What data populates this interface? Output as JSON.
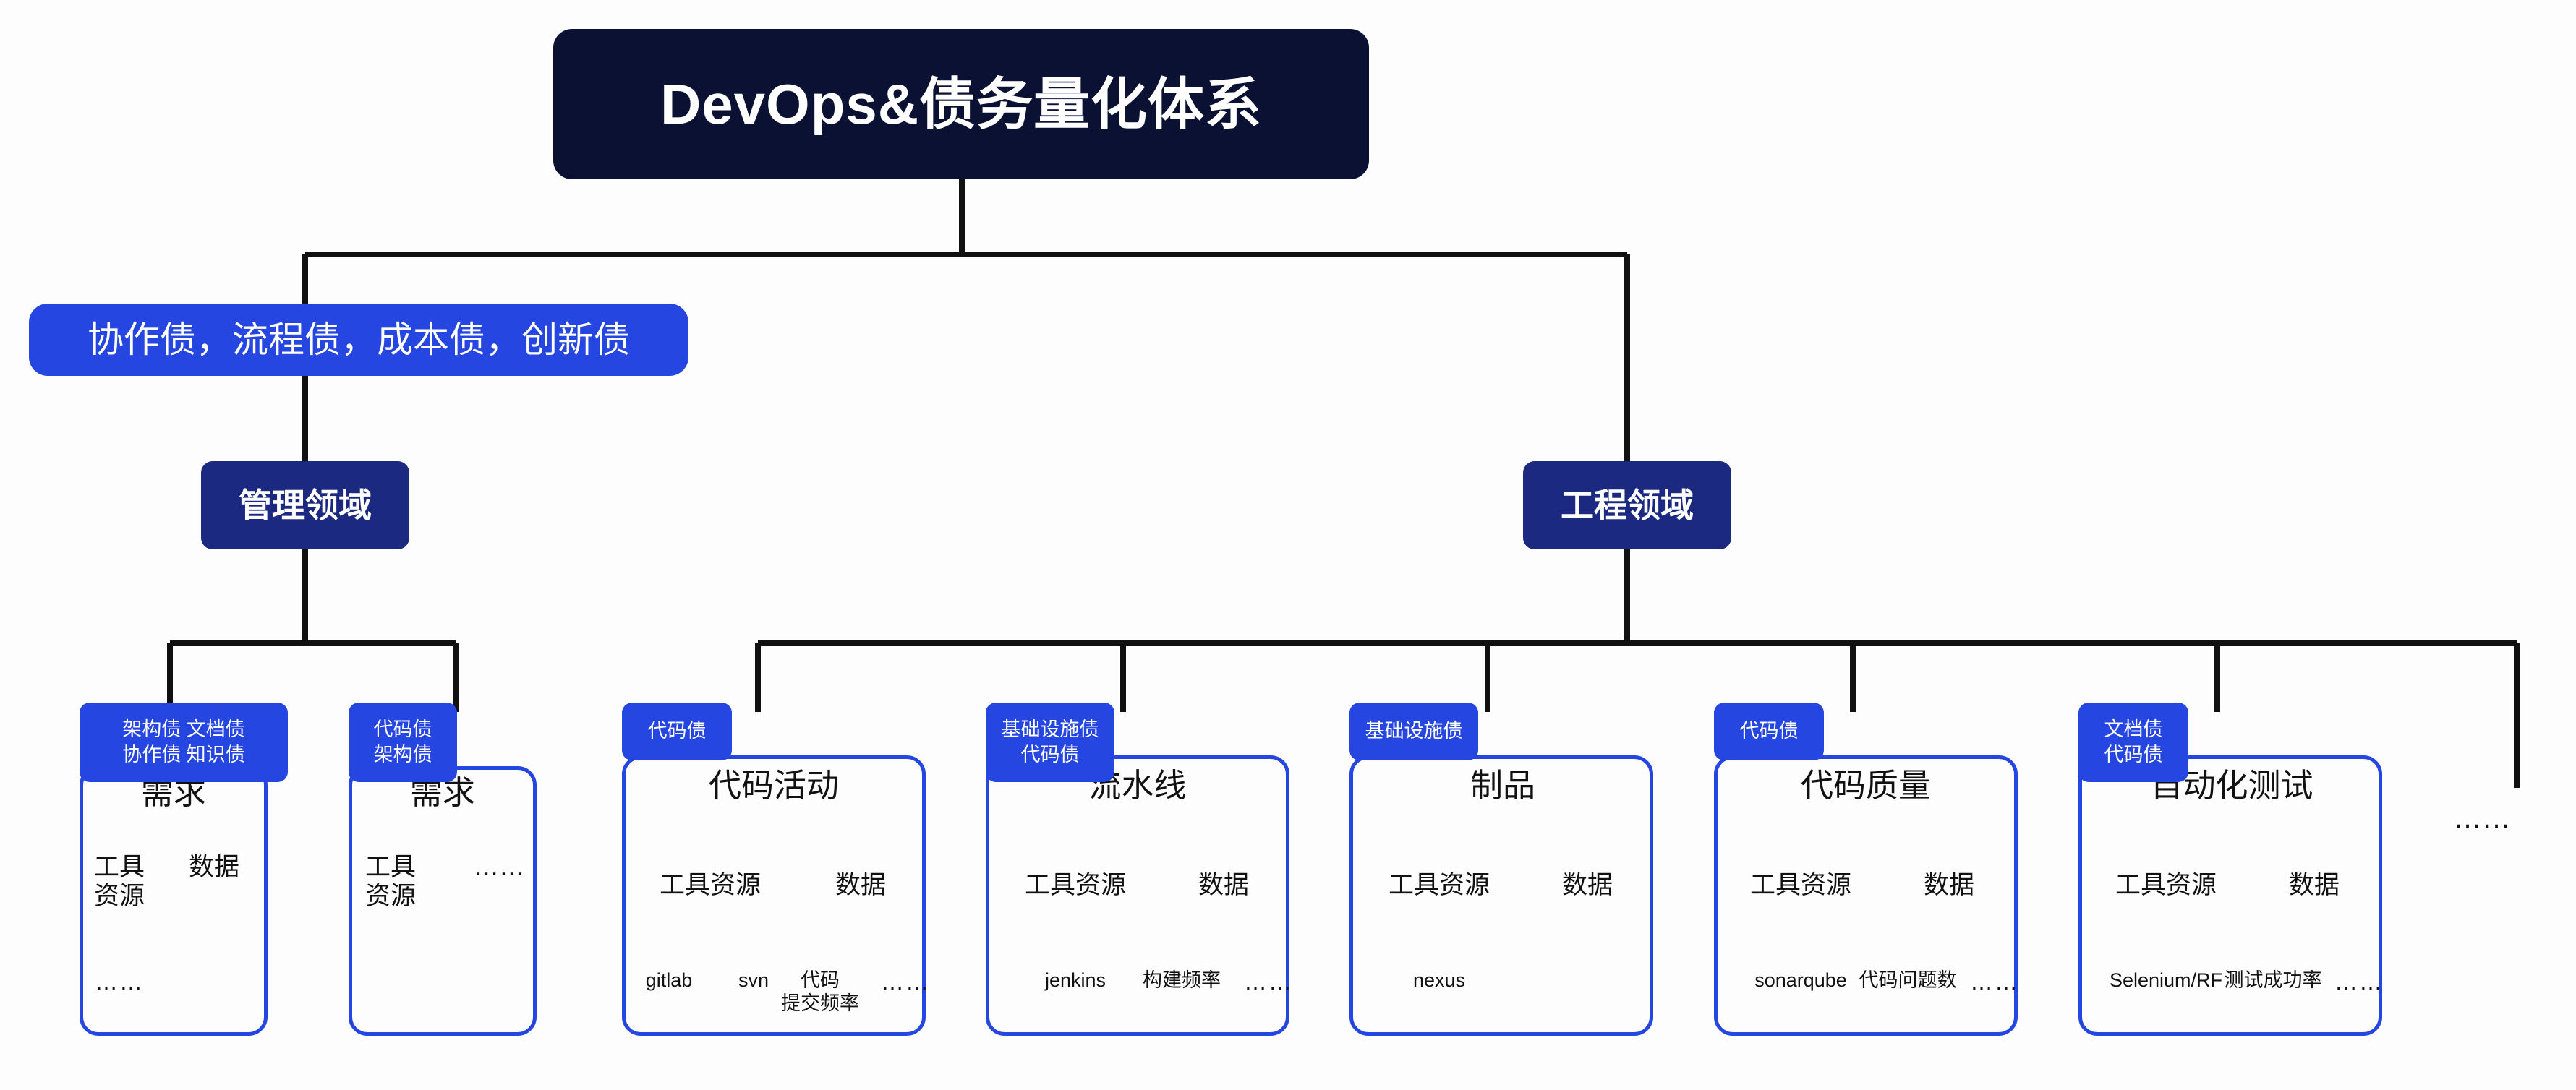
{
  "colors": {
    "root_bg": "#0a1133",
    "tag_blue": "#2546e0",
    "domain_navy": "#1b2a80",
    "card_border": "#2546e0",
    "connector": "#111111",
    "page_bg": "#fdfdfd"
  },
  "root": {
    "title": "DevOps&债务量化体系"
  },
  "debt_bar": {
    "label": "协作债，流程债，成本债，创新债"
  },
  "domains": [
    {
      "id": "management",
      "label": "管理领域"
    },
    {
      "id": "engineering",
      "label": "工程领域"
    }
  ],
  "labels": {
    "tool_resource": "工具资源",
    "tool_resource_wrapped": "工具\n资源",
    "data": "数据",
    "ellipsis": "……"
  },
  "trailing_ellipsis": "……",
  "cards": [
    {
      "id": "requirement-mgmt",
      "domain": "management",
      "tag": "架构债  文档债\n协作债  知识债",
      "title": "需求",
      "branches": [
        {
          "label": "工具\n资源",
          "leaves": [
            "……"
          ]
        },
        {
          "label": "数据",
          "leaves": []
        }
      ]
    },
    {
      "id": "requirement-code",
      "domain": "management",
      "tag": "代码债\n架构债",
      "title": "需求",
      "branches": [
        {
          "label": "工具\n资源",
          "leaves": []
        },
        {
          "label": "……",
          "leaves": []
        }
      ]
    },
    {
      "id": "code-activity",
      "domain": "engineering",
      "tag": "代码债",
      "title": "代码活动",
      "branches": [
        {
          "label": "工具资源",
          "leaves": [
            "gitlab",
            "svn"
          ]
        },
        {
          "label": "数据",
          "leaves": [
            "代码\n提交频率",
            "……"
          ]
        }
      ]
    },
    {
      "id": "pipeline",
      "domain": "engineering",
      "tag": "基础设施债\n代码债",
      "title": "流水线",
      "branches": [
        {
          "label": "工具资源",
          "leaves": [
            "jenkins"
          ]
        },
        {
          "label": "数据",
          "leaves": [
            "构建频率",
            "……"
          ]
        }
      ]
    },
    {
      "id": "artifact",
      "domain": "engineering",
      "tag": "基础设施债",
      "title": "制品",
      "branches": [
        {
          "label": "工具资源",
          "leaves": [
            "nexus"
          ]
        },
        {
          "label": "数据",
          "leaves": []
        }
      ]
    },
    {
      "id": "code-quality",
      "domain": "engineering",
      "tag": "代码债",
      "title": "代码质量",
      "branches": [
        {
          "label": "工具资源",
          "leaves": [
            "sonarqube"
          ]
        },
        {
          "label": "数据",
          "leaves": [
            "代码问题数",
            "……"
          ]
        }
      ]
    },
    {
      "id": "automation-test",
      "domain": "engineering",
      "tag": "文档债\n代码债",
      "title": "自动化测试",
      "branches": [
        {
          "label": "工具资源",
          "leaves": [
            "Selenium/RF"
          ]
        },
        {
          "label": "数据",
          "leaves": [
            "测试成功率",
            "……"
          ]
        }
      ]
    }
  ]
}
